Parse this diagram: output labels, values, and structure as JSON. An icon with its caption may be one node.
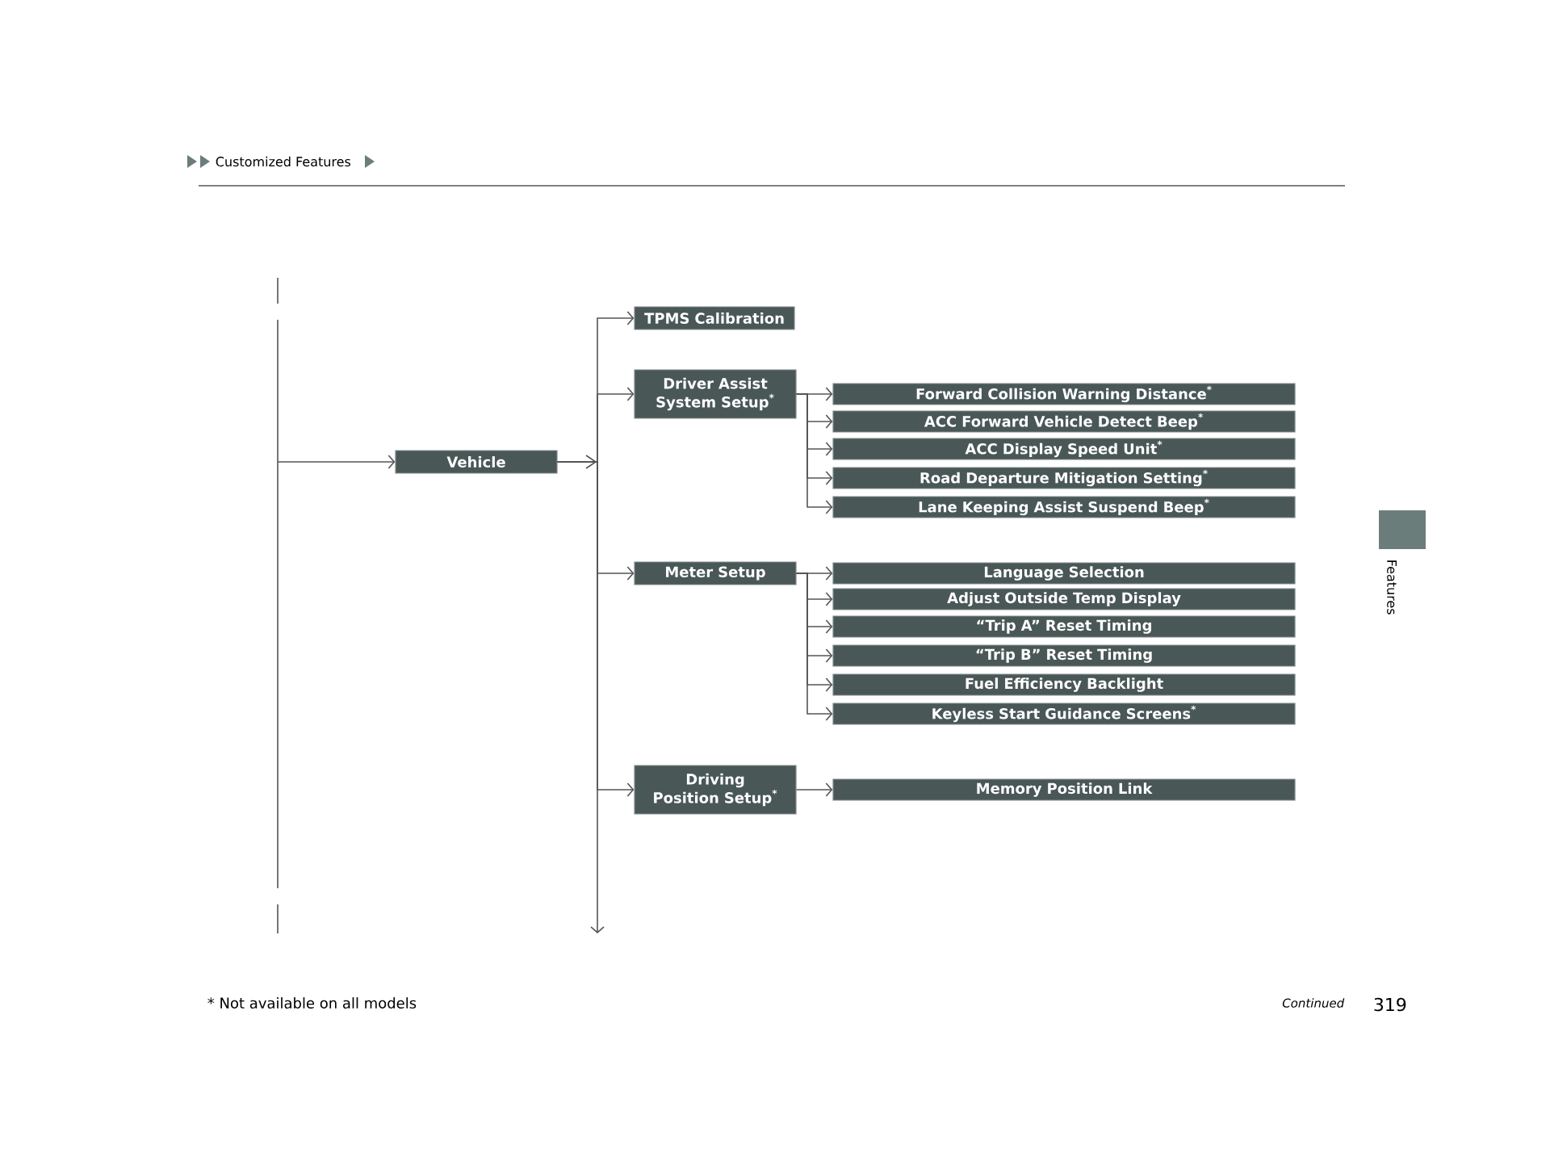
{
  "diagram": {
    "nodes": [
      {
        "text": [
          "Vehicle"
        ]
      },
      {
        "text": [
          "TPMS Calibration"
        ]
      },
      {
        "text": [
          "Driver Assist System Setup$^{*}$"
        ]
      },
      {
        "text": [
          "Forward Collision Warning Distance$^{*}$"
        ]
      },
      {
        "text": [
          "ACC Forward Vehicle Detect Beep$^{*}$"
        ]
      },
      {
        "text": [
          "ACC Display Speed Unit$^{*}$"
        ]
      },
      {
        "text": [
          "Road Departure Mitigation Setting$^{*}$"
        ]
      },
      {
        "text": [
          "Lane Keeping Assist Suspend Beep$^{*}$"
        ]
      },
      {
        "text": [
          "Meter Setup"
        ]
      },
      {
        "text": [
          "Language Selection"
        ]
      },
      {
        "text": [
          "Adjust Outside Temp Display"
        ]
      },
      {
        "text": [
          "“Trip A” Reset Timing"
        ]
      },
      {
        "text": [
          "“Trip B” Reset Timing"
        ]
      },
      {
        "text": [
          "Fuel Efficiency Backlight"
        ]
      },
      {
        "text": [
          "Keyless Start Guidance Screens$^{*}$"
        ]
      },
      {
        "text": [
          "Driving Position Setup$^{*}$"
        ]
      },
      {
        "text": [
          "Memory Position Link"
        ]
      }
    ],
    "edges": [
      {
        "from": null,
        "to": 0,
        "arrow": "to"
      },
      {
        "from": 0,
        "to": 1,
        "arrow": "to"
      },
      {
        "from": 0,
        "to": 2,
        "arrow": "to"
      },
      {
        "from": 0,
        "to": 8,
        "arrow": "to"
      },
      {
        "from": 0,
        "to": 15,
        "arrow": "to"
      },
      {
        "from": 0,
        "to": null,
        "arrow": "to"
      },
      {
        "from": 2,
        "to": 3,
        "arrow": "to"
      },
      {
        "from": 2,
        "to": 4,
        "arrow": "to"
      },
      {
        "from": 2,
        "to": 5,
        "arrow": "to"
      },
      {
        "from": 2,
        "to": 6,
        "arrow": "to"
      },
      {
        "from": 2,
        "to": 7,
        "arrow": "to"
      },
      {
        "from": 8,
        "to": 9,
        "arrow": "to"
      },
      {
        "from": 8,
        "to": 10,
        "arrow": "to"
      },
      {
        "from": 8,
        "to": 11,
        "arrow": "to"
      },
      {
        "from": 8,
        "to": 12,
        "arrow": "to"
      },
      {
        "from": 8,
        "to": 13,
        "arrow": "to"
      },
      {
        "from": 8,
        "to": 14,
        "arrow": "to"
      },
      {
        "from": 15,
        "to": 16,
        "arrow": "to"
      }
    ],
    "labels": [
      "Customized Features",
      "Features",
      "* Not available on all models",
      "Continued",
      "319"
    ]
  }
}
